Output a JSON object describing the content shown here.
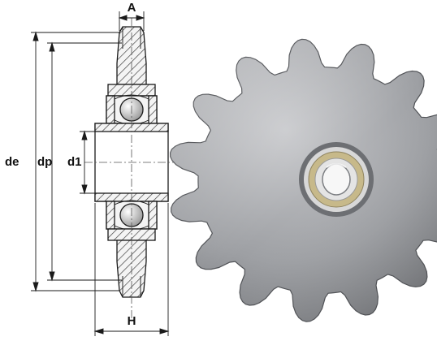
{
  "drawing": {
    "labels": {
      "a": "A",
      "de": "de",
      "dp": "dp",
      "d1": "d1",
      "h": "H"
    }
  },
  "colors": {
    "line": "#1a1a1a",
    "hatch": "#444444",
    "part_fill": "#f4f4f4",
    "bore_fill": "#ffffff",
    "ball_fill": "#dcdcdc",
    "steel_light": "#b5b7bb",
    "steel_mid": "#8f9196",
    "steel_dark": "#5c5e63",
    "bearing_shield": "#c7b98a",
    "bearing_race": "#d8d8d8"
  }
}
